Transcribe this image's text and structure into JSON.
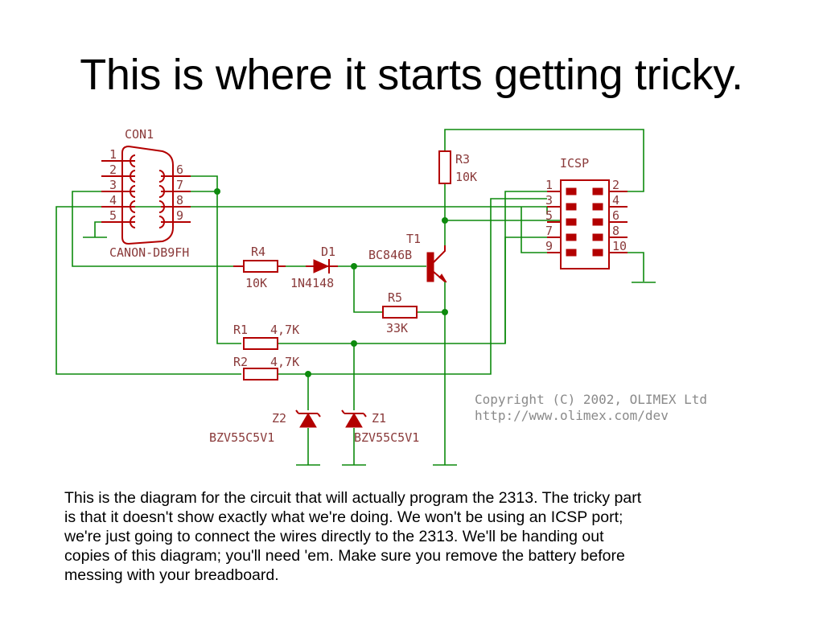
{
  "title": "This is where it starts getting tricky.",
  "schematic": {
    "connector": {
      "name": "CON1",
      "part": "CANON-DB9FH",
      "pins_left": [
        "1",
        "2",
        "3",
        "4",
        "5"
      ],
      "pins_right": [
        "6",
        "7",
        "8",
        "9"
      ]
    },
    "icsp": {
      "name": "ICSP",
      "pins_left": [
        "1",
        "3",
        "5",
        "7",
        "9"
      ],
      "pins_right": [
        "2",
        "4",
        "6",
        "8",
        "10"
      ]
    },
    "r3": {
      "name": "R3",
      "value": "10K"
    },
    "r4": {
      "name": "R4",
      "value": "10K"
    },
    "d1": {
      "name": "D1",
      "value": "1N4148"
    },
    "t1": {
      "name": "T1",
      "value": "BC846B"
    },
    "r5": {
      "name": "R5",
      "value": "33K"
    },
    "r1": {
      "name": "R1",
      "value": "4,7K"
    },
    "r2": {
      "name": "R2",
      "value": "4,7K"
    },
    "z2": {
      "name": "Z2",
      "value": "BZV55C5V1"
    },
    "z1": {
      "name": "Z1",
      "value": "BZV55C5V1"
    },
    "copyright_line1": "Copyright (C) 2002, OLIMEX Ltd",
    "copyright_line2": "http://www.olimex.com/dev"
  },
  "caption": [
    "This is the diagram for the circuit that will actually program the 2313.  The tricky part",
    "is that it doesn't show exactly what we're doing.  We won't be using an ICSP port;",
    "we're just going to connect the wires directly to the 2313. We'll be handing out",
    "copies of this diagram; you'll need 'em.  Make sure you remove the battery before",
    "messing with your breadboard."
  ],
  "colors": {
    "wire": "#0d8a0d",
    "component": "#b30000",
    "label": "#8a3a3a",
    "copyright": "#8a8a8a"
  }
}
